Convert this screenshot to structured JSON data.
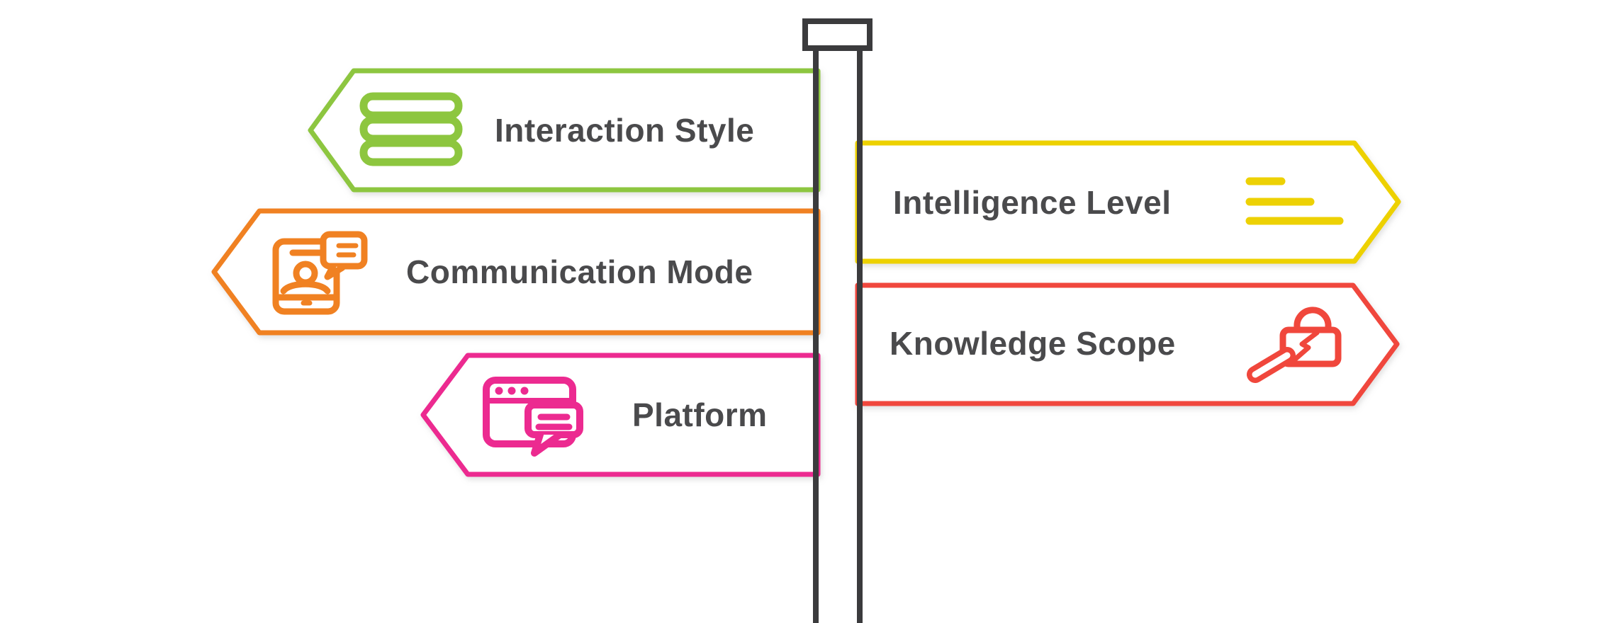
{
  "diagram": {
    "type": "signpost-infographic",
    "background_color": "#ffffff",
    "pole_color": "#3b3b3d",
    "label_text_color": "#4a4a4c"
  },
  "signs": {
    "left": [
      {
        "label": "Interaction Style",
        "color": "#8dc63f",
        "icon": "list-bars-icon",
        "direction": "left"
      },
      {
        "label": "Communication Mode",
        "color": "#f08122",
        "icon": "tablet-user-chat-icon",
        "direction": "left"
      },
      {
        "label": "Platform",
        "color": "#ec2a90",
        "icon": "browser-chat-icon",
        "direction": "left"
      }
    ],
    "right": [
      {
        "label": "Intelligence Level",
        "color": "#edd104",
        "icon": "level-lines-icon",
        "direction": "right"
      },
      {
        "label": "Knowledge Scope",
        "color": "#f0473c",
        "icon": "lock-search-icon",
        "direction": "right"
      }
    ]
  }
}
